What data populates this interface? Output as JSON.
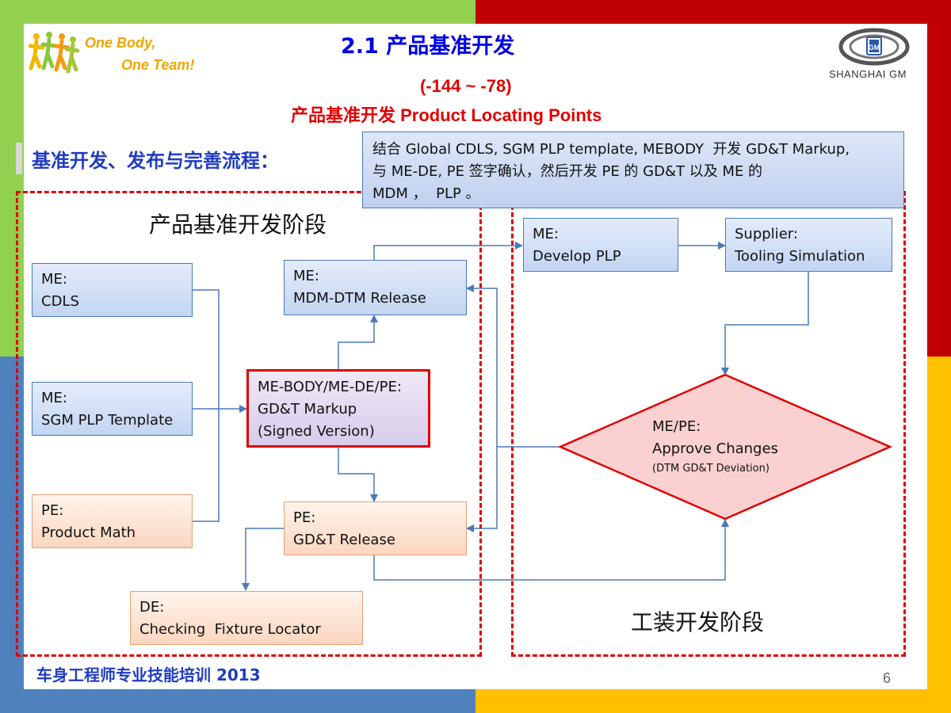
{
  "colors": {
    "accent_blue": "#1f3dc2",
    "title_blue": "#0000e0",
    "accent_red": "#e00000",
    "corner_green": "#92d050",
    "corner_red": "#c00000",
    "corner_blue": "#4f81bd",
    "corner_yellow": "#ffc000",
    "connector": "#4a7ab8"
  },
  "branding": {
    "slogan_line1": "One Body,",
    "slogan_line2": "One Team!",
    "slogan_icon": "people-figures-logo",
    "company_logo": "gm-emblem",
    "company": "SHANGHAI GM"
  },
  "header": {
    "title": "2.1  产品基准开发",
    "range": "(-144  ~  -78)",
    "subtitle": "产品基准开发 Product  Locating Points"
  },
  "flow_heading": "基准开发、发布与完善流程：",
  "note": "结合 Global CDLS, SGM PLP template, MEBODY  开发 GD&T Markup,\n与 ME-DE, PE 签字确认，然后开发 PE 的 GD&T 以及 ME 的\nMDM ，  PLP 。",
  "stages": {
    "product": "产品基准开发阶段",
    "tooling": "工装开发阶段"
  },
  "nodes": {
    "me_cdls": "ME:\nCDLS",
    "me_plp_template": "ME:\nSGM PLP Template",
    "pe_product_math": "PE:\nProduct Math",
    "me_mdm_release": "ME:\nMDM-DTM Release",
    "gdt_markup": "ME-BODY/ME-DE/PE:\nGD&T Markup\n(Signed Version)",
    "pe_gdt_release": "PE:\nGD&T Release",
    "de_fixture": "DE:\nChecking  Fixture Locator",
    "me_develop_plp": "ME:\nDevelop PLP",
    "supplier_tooling": "Supplier:\nTooling Simulation",
    "approve_role": "ME/PE:",
    "approve_label": "Approve Changes",
    "approve_note": "(DTM GD&T Deviation)"
  },
  "footer": {
    "text": "车身工程师专业技能培训 2013",
    "page": "6"
  }
}
